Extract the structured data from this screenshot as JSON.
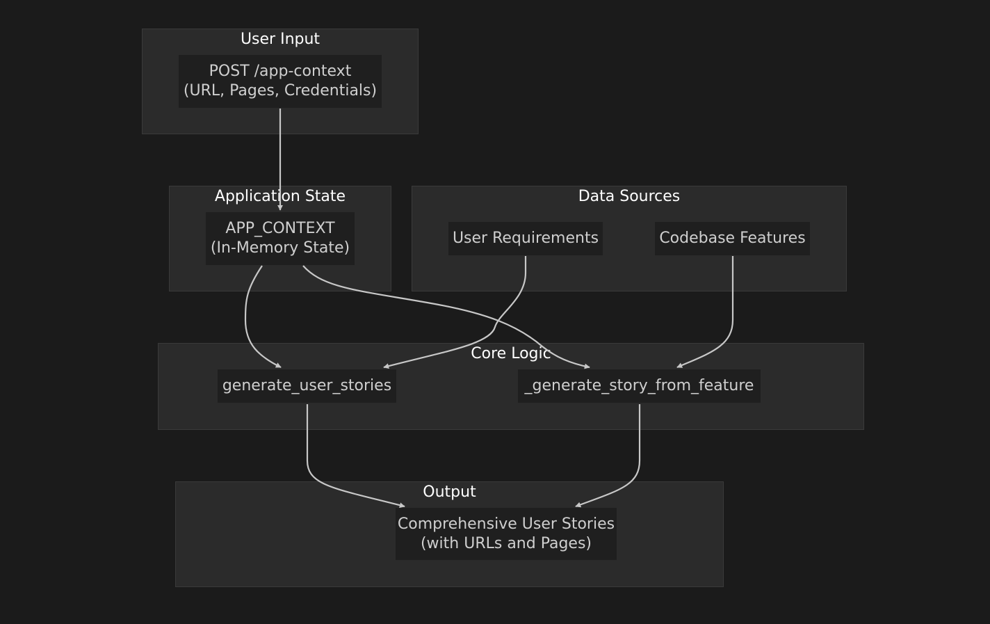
{
  "clusters": {
    "user_input": "User Input",
    "app_state": "Application State",
    "data_sources": "Data Sources",
    "core_logic": "Core Logic",
    "output": "Output"
  },
  "nodes": {
    "post_app_context": {
      "line1": "POST /app-context",
      "line2": "(URL, Pages, Credentials)"
    },
    "app_context": {
      "line1": "APP_CONTEXT",
      "line2": "(In-Memory State)"
    },
    "user_requirements": {
      "label": "User Requirements"
    },
    "codebase_features": {
      "label": "Codebase Features"
    },
    "generate_user_stories": {
      "label": "generate_user_stories"
    },
    "generate_story_from_feature": {
      "label": "_generate_story_from_feature"
    },
    "comprehensive_user_stories": {
      "line1": "Comprehensive User Stories",
      "line2": "(with URLs and Pages)"
    }
  },
  "colors": {
    "background": "#1b1b1b",
    "cluster_fill": "#2b2b2b",
    "node_fill": "#1f1f1f",
    "edge": "#c8c8c8",
    "node_text": "#cfcfcf",
    "cluster_text": "#ffffff"
  }
}
